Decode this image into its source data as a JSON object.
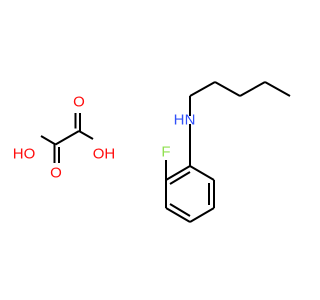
{
  "colors": {
    "background": "#ffffff",
    "bond": "#000000",
    "oxygen": "#ff0d0d",
    "nitrogen": "#3050f8",
    "fluorine": "#90e050"
  },
  "molecule_amine": {
    "atoms": {
      "nitrogen": "N",
      "nitrogen_h": "H",
      "fluorine": "F"
    }
  },
  "molecule_oxalic_acid": {
    "atoms": {
      "hydroxyl_left": "HO",
      "hydroxyl_right": "OH",
      "carbonyl_oxygen_top": "O",
      "carbonyl_oxygen_bottom": "O"
    }
  }
}
